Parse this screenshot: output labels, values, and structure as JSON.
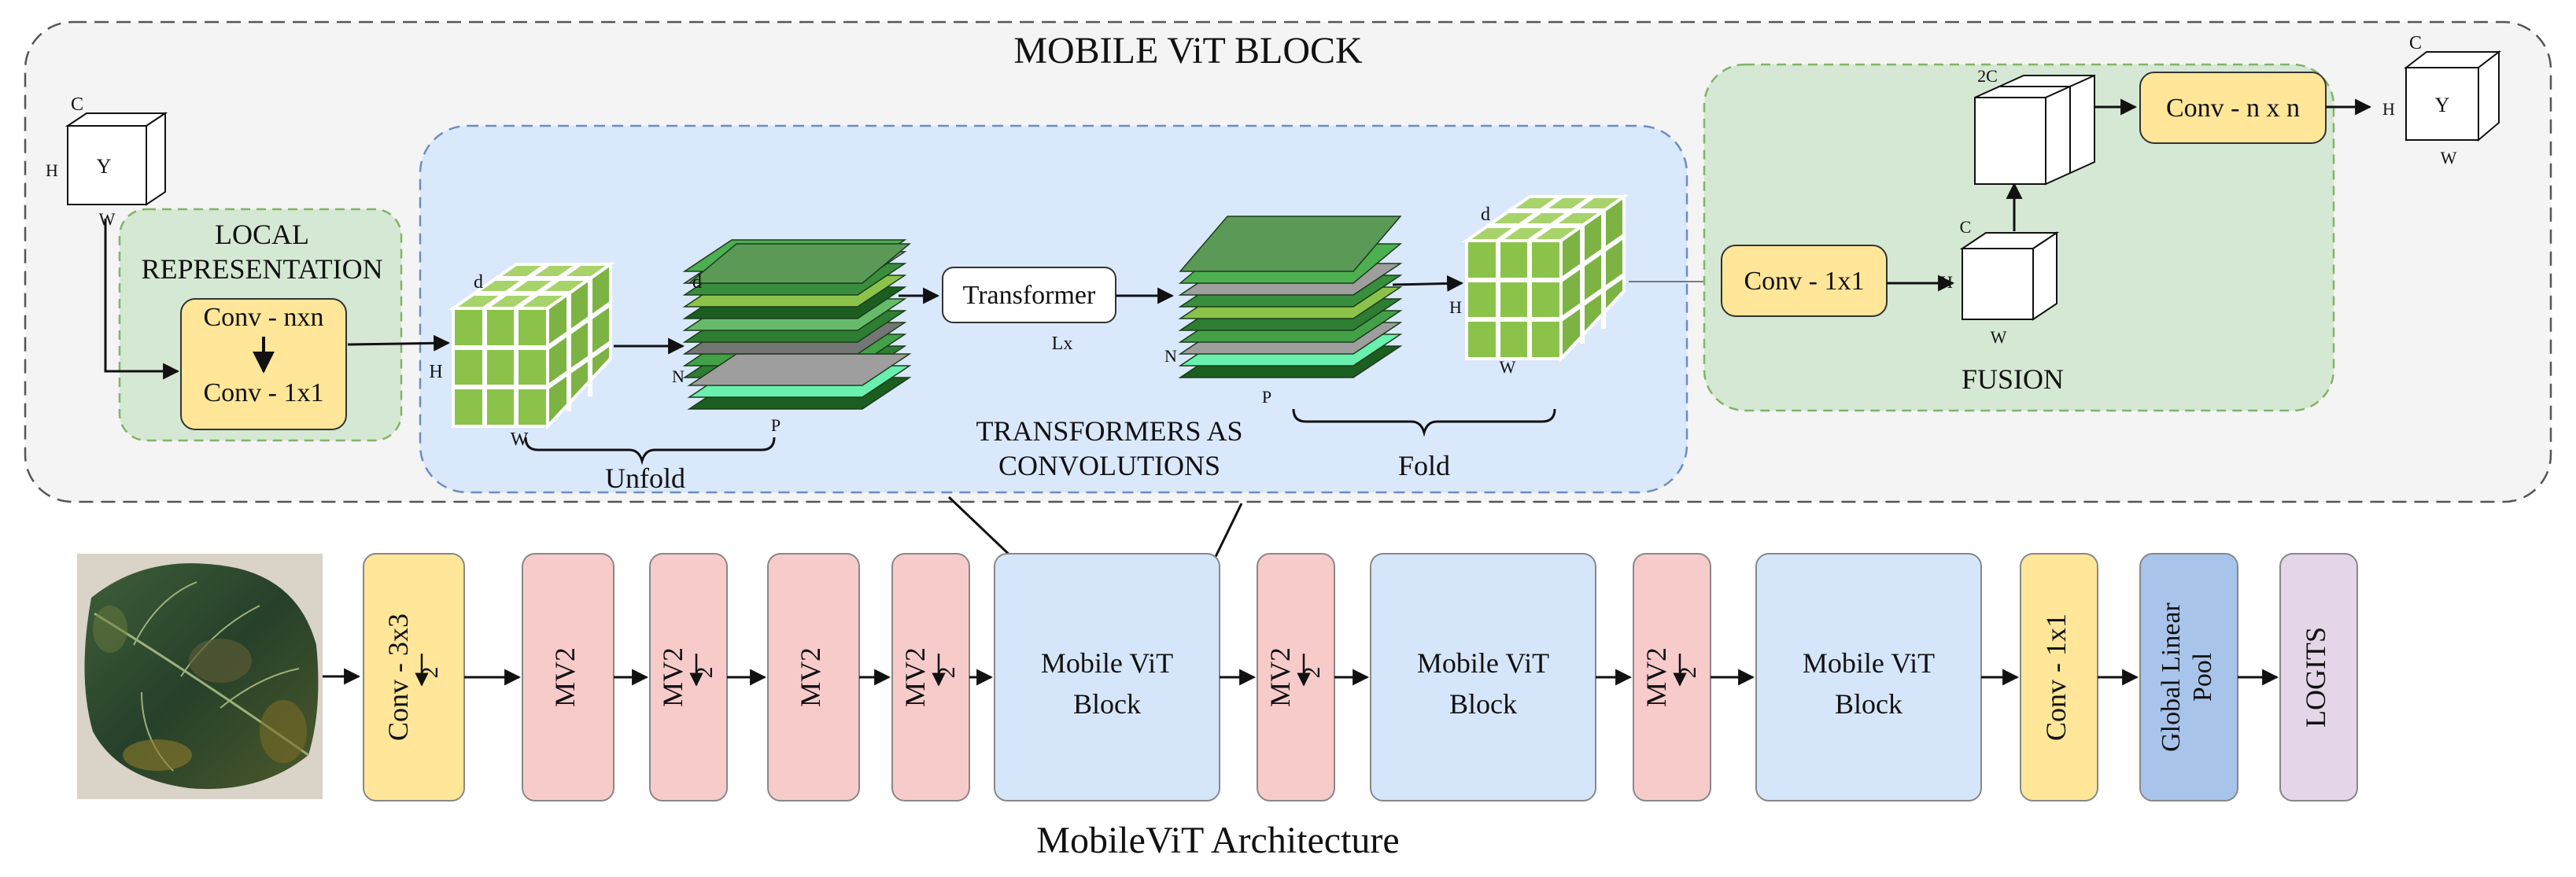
{
  "block": {
    "title": "MOBILE ViT BLOCK",
    "local_representation": {
      "label_line1": "LOCAL",
      "label_line2": "REPRESENTATION",
      "conv_top": "Conv - nxn",
      "conv_bottom": "Conv - 1x1"
    },
    "input_cube": {
      "channels": "C",
      "height": "H",
      "width": "W",
      "symbol": "Y"
    },
    "transformers": {
      "label_line1": "TRANSFORMERS AS",
      "label_line2": "CONVOLUTIONS",
      "cube_left": {
        "depth": "d",
        "height": "H",
        "width": "W"
      },
      "stack_left": {
        "depth": "d",
        "count": "N",
        "patch": "P"
      },
      "transformer_label": "Transformer",
      "repeat_label": "Lx",
      "stack_right": {
        "count": "N",
        "patch": "P"
      },
      "cube_right": {
        "depth": "d",
        "height": "H",
        "width": "W"
      },
      "unfold_label": "Unfold",
      "fold_label": "Fold"
    },
    "fusion": {
      "label": "FUSION",
      "conv_1x1": "Conv - 1x1",
      "conv_nxn": "Conv - n x n",
      "cube_c": {
        "channels": "C",
        "height": "H",
        "width": "W"
      },
      "cube_2c": {
        "channels": "2C"
      }
    },
    "output_cube": {
      "channels": "C",
      "height": "H",
      "width": "W",
      "symbol": "Y"
    }
  },
  "architecture": {
    "title": "MobileViT Architecture",
    "stages": [
      {
        "name": "conv-3x3",
        "label": "Conv - 3x3",
        "stride": "2",
        "kind": "conv"
      },
      {
        "name": "mv2-1",
        "label": "MV2",
        "stride": "",
        "kind": "mv2"
      },
      {
        "name": "mv2-2",
        "label": "MV2",
        "stride": "2",
        "kind": "mv2"
      },
      {
        "name": "mv2-3",
        "label": "MV2",
        "stride": "",
        "kind": "mv2"
      },
      {
        "name": "mv2-4",
        "label": "MV2",
        "stride": "2",
        "kind": "mv2"
      },
      {
        "name": "vit-block-1",
        "label_line1": "Mobile ViT",
        "label_line2": "Block",
        "kind": "vit"
      },
      {
        "name": "mv2-5",
        "label": "MV2",
        "stride": "2",
        "kind": "mv2"
      },
      {
        "name": "vit-block-2",
        "label_line1": "Mobile ViT",
        "label_line2": "Block",
        "kind": "vit"
      },
      {
        "name": "mv2-6",
        "label": "MV2",
        "stride": "2",
        "kind": "mv2"
      },
      {
        "name": "vit-block-3",
        "label_line1": "Mobile ViT",
        "label_line2": "Block",
        "kind": "vit"
      },
      {
        "name": "conv-1x1",
        "label": "Conv - 1x1",
        "kind": "conv"
      },
      {
        "name": "global-pool",
        "label_line1": "Global Linear",
        "label_line2": "Pool",
        "kind": "pool"
      },
      {
        "name": "logits",
        "label": "LOGITS",
        "kind": "logits"
      }
    ]
  },
  "colors": {
    "conv_yellow": "#FFE699",
    "mv2_pink": "#F8CBCB",
    "vit_blue": "#D6E6FA",
    "pool_blue": "#A9C4EB",
    "logits_purple": "#E4D5E8",
    "local_green": "#D5E8D4",
    "transformers_blue": "#DAE8FC",
    "cube_green": "#8BC34A",
    "leaf_dark": "#2F4A2C"
  }
}
